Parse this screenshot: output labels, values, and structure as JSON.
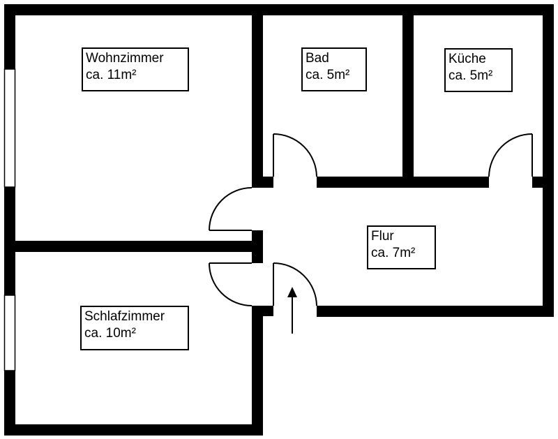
{
  "floorplan": {
    "rooms": [
      {
        "id": "wohnzimmer",
        "name": "Wohnzimmer",
        "area": "ca. 11m²"
      },
      {
        "id": "bad",
        "name": "Bad",
        "area": "ca. 5m²"
      },
      {
        "id": "kueche",
        "name": "Küche",
        "area": "ca. 5m²"
      },
      {
        "id": "flur",
        "name": "Flur",
        "area": "ca. 7m²"
      },
      {
        "id": "schlafzimmer",
        "name": "Schlafzimmer",
        "area": "ca. 10m²"
      }
    ],
    "entrance_icon": "arrow-up-icon",
    "colors": {
      "wall": "#000000",
      "background": "#ffffff"
    }
  }
}
